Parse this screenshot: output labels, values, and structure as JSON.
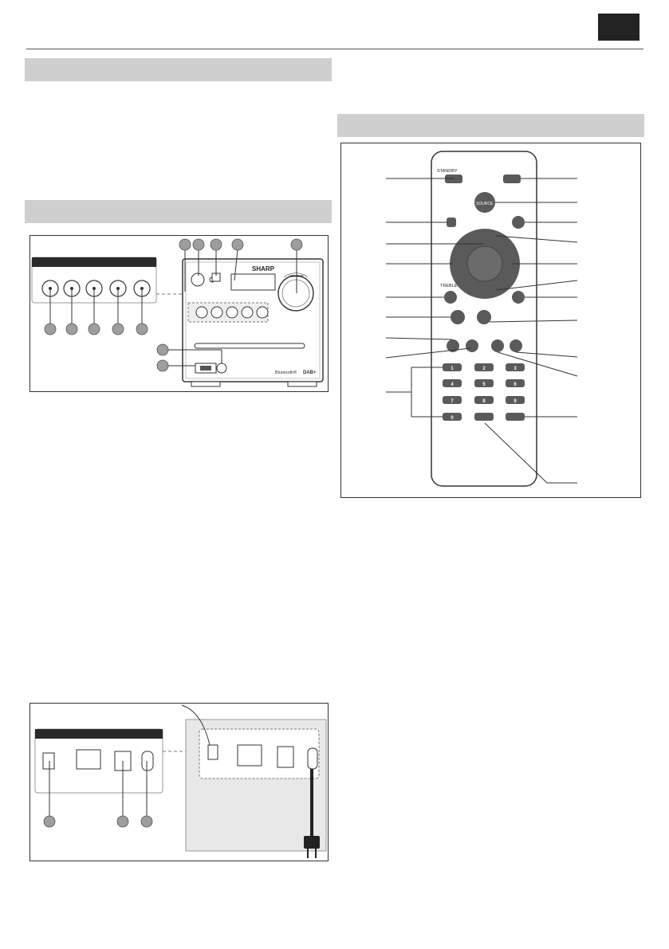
{
  "header": {
    "language_tab": ""
  },
  "main_unit": {
    "brand": "SHARP",
    "volume_label": "VOLUME",
    "logos": [
      "Bluetooth®",
      "DAB+"
    ]
  },
  "remote": {
    "labels": {
      "standby": "STANDBY",
      "source": "SOURCE",
      "treble": "TREBLE"
    },
    "number_keys": [
      "1",
      "2",
      "3",
      "4",
      "5",
      "6",
      "7",
      "8",
      "9",
      "0"
    ]
  },
  "colors": {
    "section_band": "#cfcfcf",
    "callout_fill": "#9e9e9e",
    "remote_button": "#5a5a5a",
    "dark_tab": "#222222"
  }
}
